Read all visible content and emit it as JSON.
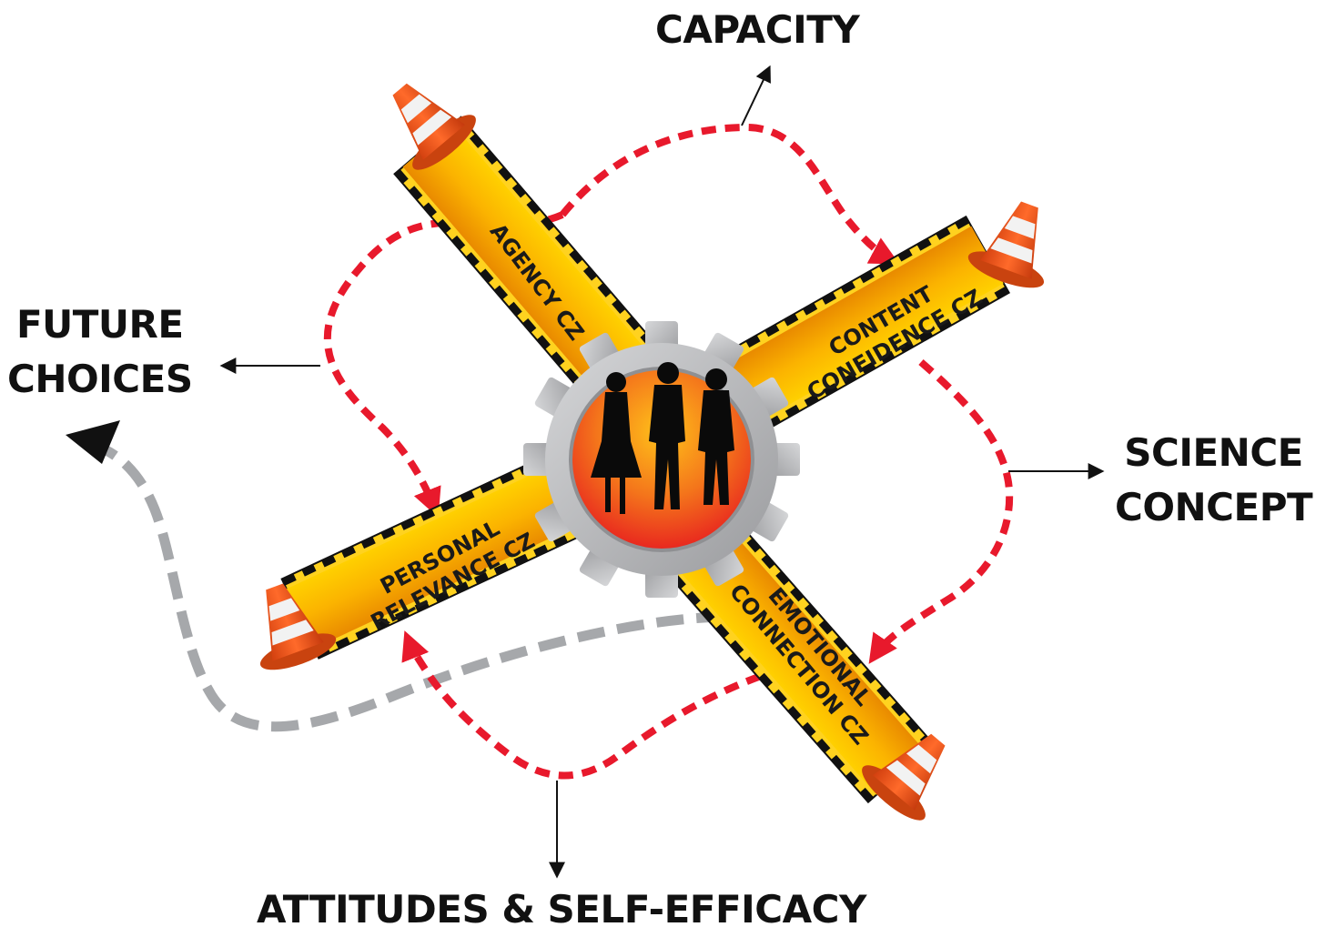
{
  "outcomes": {
    "capacity": "CAPACITY",
    "future_choices": [
      "FUTURE",
      "CHOICES"
    ],
    "science_concept": [
      "SCIENCE",
      "CONCEPT"
    ],
    "attitudes": "ATTITUDES & SELF-EFFICACY"
  },
  "comfort_zones": {
    "agency": [
      "AGENCY CZ"
    ],
    "content_confidence": [
      "CONTENT",
      "CONFIDENCE CZ"
    ],
    "personal_relevance": [
      "PERSONAL",
      "RELEVANCE CZ"
    ],
    "emotional_connection": [
      "EMOTIONAL",
      "CONNECTION CZ"
    ]
  },
  "colors": {
    "bar_fill": "#f7a400",
    "bar_stripe": "#111111",
    "stripe_alt": "#ffd21f",
    "red_path": "#e8192c",
    "gray_path": "#a6a8ab",
    "gear": "#b8b9bb",
    "cone": "#ef5a24"
  },
  "icons": [
    "traffic-cone-icon",
    "gear-icon",
    "people-silhouette-icon",
    "arrow-icon"
  ]
}
